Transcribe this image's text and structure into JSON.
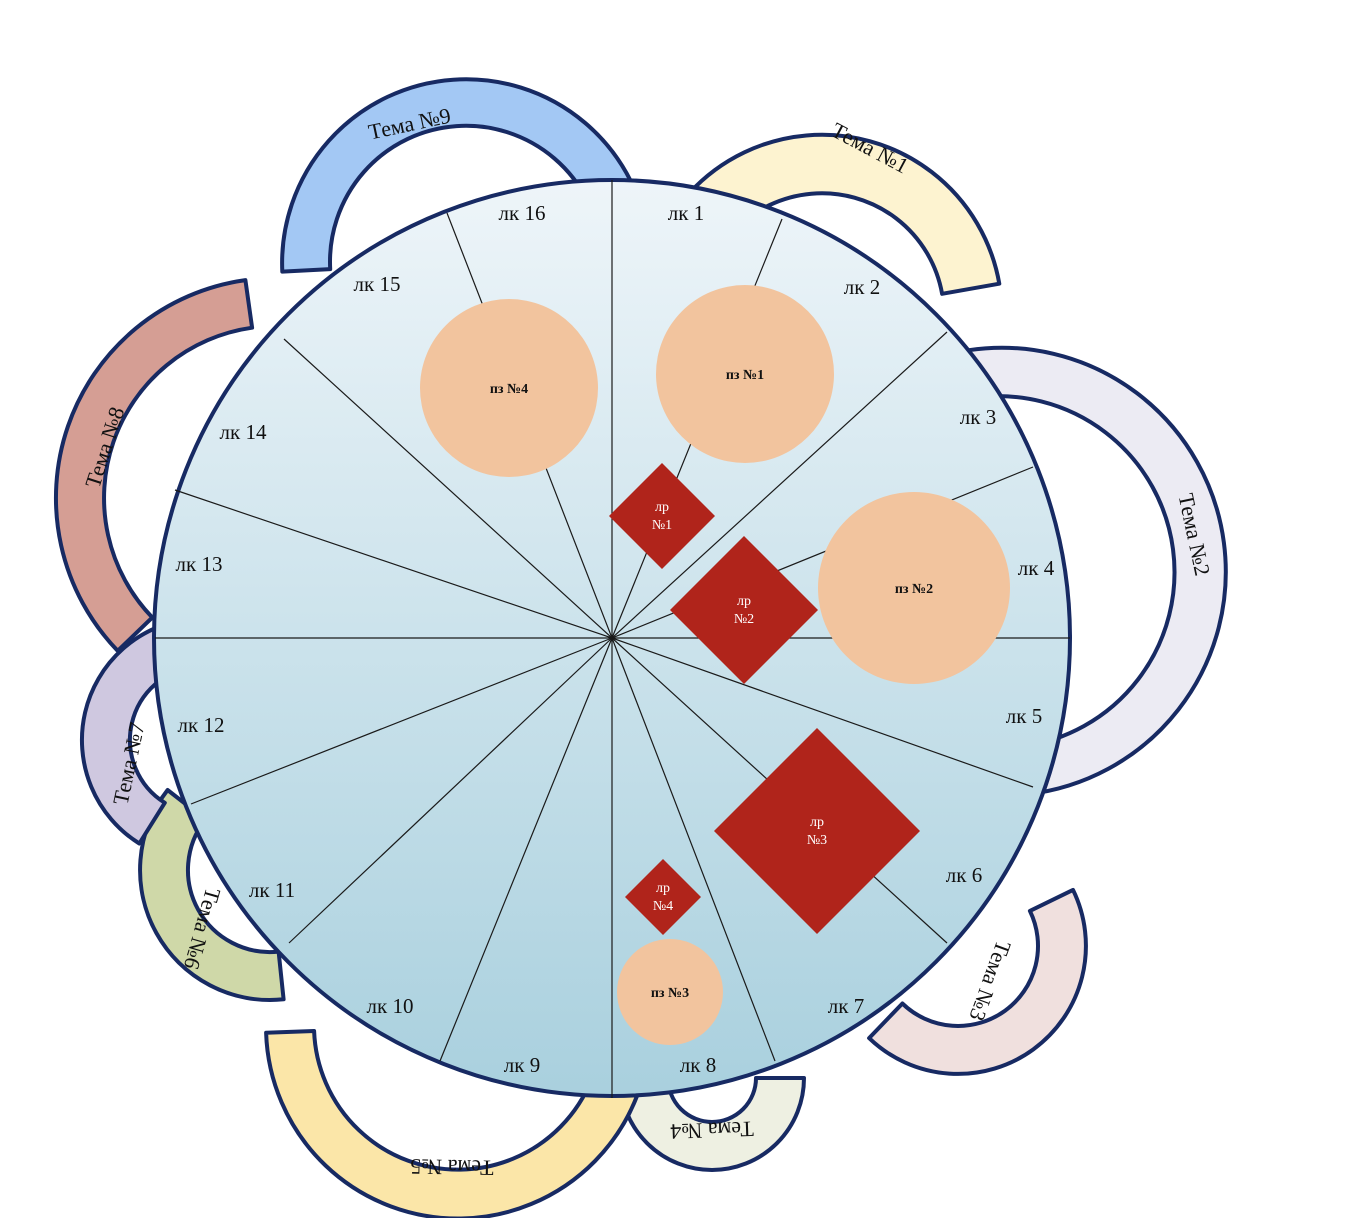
{
  "topics": [
    {
      "label": "Тема №1",
      "color": "#fdf3d0"
    },
    {
      "label": "Тема №2",
      "color": "#ecebf3"
    },
    {
      "label": "Тема №3",
      "color": "#f0e0de"
    },
    {
      "label": "Тема №4",
      "color": "#eef0e2"
    },
    {
      "label": "Тема №5",
      "color": "#fbe6a8"
    },
    {
      "label": "Тема №6",
      "color": "#cfd8a8"
    },
    {
      "label": "Тема №7",
      "color": "#cfc8e0"
    },
    {
      "label": "Тема №8",
      "color": "#d59e94"
    },
    {
      "label": "Тема №9",
      "color": "#a3c8f4"
    }
  ],
  "lectures": [
    "лк 1",
    "лк 2",
    "лк 3",
    "лк 4",
    "лк 5",
    "лк 6",
    "лк 7",
    "лк 8",
    "лк 9",
    "лк 10",
    "лк 11",
    "лк 12",
    "лк 13",
    "лк 14",
    "лк 15",
    "лк 16"
  ],
  "practicals": [
    {
      "label": "пз №1",
      "color": "#f2c49e"
    },
    {
      "label": "пз №2",
      "color": "#f2c49e"
    },
    {
      "label": "пз №3",
      "color": "#f2c49e"
    },
    {
      "label": "пз №4",
      "color": "#f2c49e"
    }
  ],
  "labs": [
    {
      "line1": "лр",
      "line2": "№1",
      "color": "#b0241b"
    },
    {
      "line1": "лр",
      "line2": "№2",
      "color": "#b0241b"
    },
    {
      "line1": "лр",
      "line2": "№3",
      "color": "#b0241b"
    },
    {
      "line1": "лр",
      "line2": "№4",
      "color": "#b0241b"
    }
  ],
  "colors": {
    "outline": "#172a63",
    "disc_top": "#eef5f9",
    "disc_bottom": "#a9d0de",
    "spoke": "#1a1a1a"
  }
}
